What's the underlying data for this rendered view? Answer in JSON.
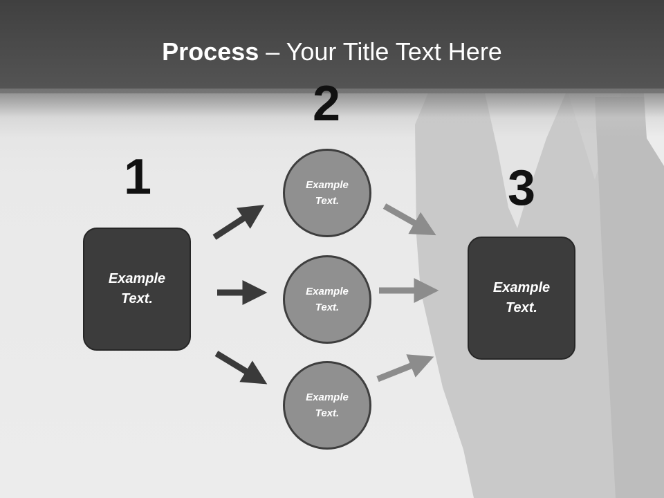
{
  "slide": {
    "title_bold": "Process",
    "title_rest": " – Your Title Text Here"
  },
  "steps": [
    {
      "number": "1",
      "text": "Example Text."
    },
    {
      "number": "2",
      "nodes": [
        "Example Text.",
        "Example Text.",
        "Example Text."
      ]
    },
    {
      "number": "3",
      "text": "Example Text."
    }
  ],
  "colors": {
    "header": "#4a4a4a",
    "box_fill": "#3c3c3c",
    "circle_fill": "#909090",
    "dark_arrow": "#3a3a3a",
    "light_arrow": "#8c8c8c"
  }
}
